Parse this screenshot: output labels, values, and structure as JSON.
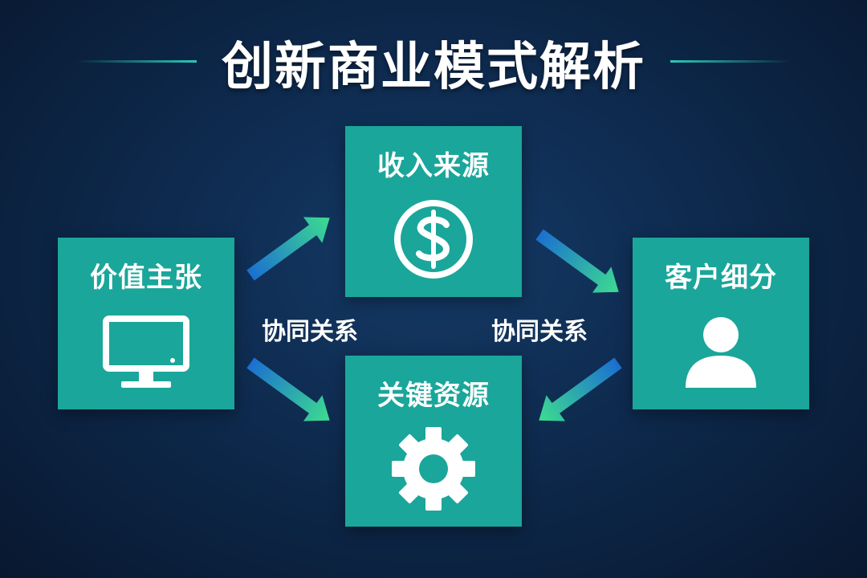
{
  "title": "创新商业模式解析",
  "boxes": {
    "value_proposition": {
      "label": "价值主张",
      "icon": "monitor-icon"
    },
    "revenue": {
      "label": "收入来源",
      "icon": "dollar-icon"
    },
    "customer": {
      "label": "客户细分",
      "icon": "user-icon"
    },
    "resources": {
      "label": "关键资源",
      "icon": "gear-icon"
    }
  },
  "relations": {
    "left": "协同关系",
    "right": "协同关系"
  },
  "colors": {
    "background": "#0e2a4e",
    "box": "#1aa69a",
    "arrow_start": "#1b6fd1",
    "arrow_end": "#3ddc8f",
    "text": "#ffffff"
  }
}
